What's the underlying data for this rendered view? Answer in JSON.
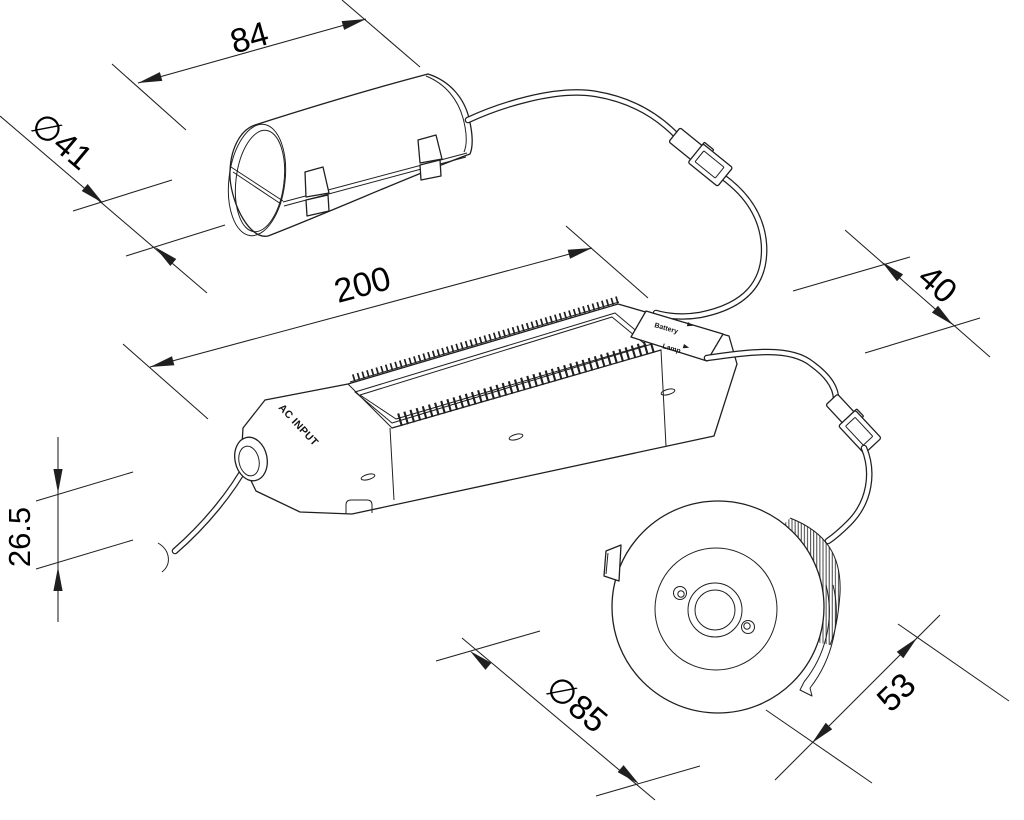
{
  "dimensions": {
    "battery_length": "84",
    "battery_diameter": "∅41",
    "driver_length": "200",
    "driver_width": "40",
    "driver_height": "26.5",
    "downlight_diameter": "∅85",
    "downlight_depth": "53"
  },
  "labels": {
    "ac_input": "AC INPUT",
    "battery_port": "Battery",
    "lamp_port": "Lamp"
  },
  "colors": {
    "line": "#1f1f1f",
    "background": "#ffffff"
  }
}
